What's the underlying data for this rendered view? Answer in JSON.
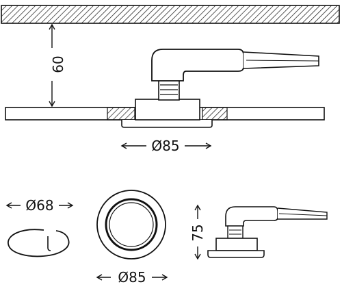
{
  "dimensions": {
    "height_label": "60",
    "cutout_label": "Ø85",
    "hole_label": "Ø68",
    "front_diameter_label": "Ø85",
    "side_height_label": "75"
  },
  "colors": {
    "ink": "#111111",
    "paper": "#ffffff",
    "shade": "#555555"
  }
}
